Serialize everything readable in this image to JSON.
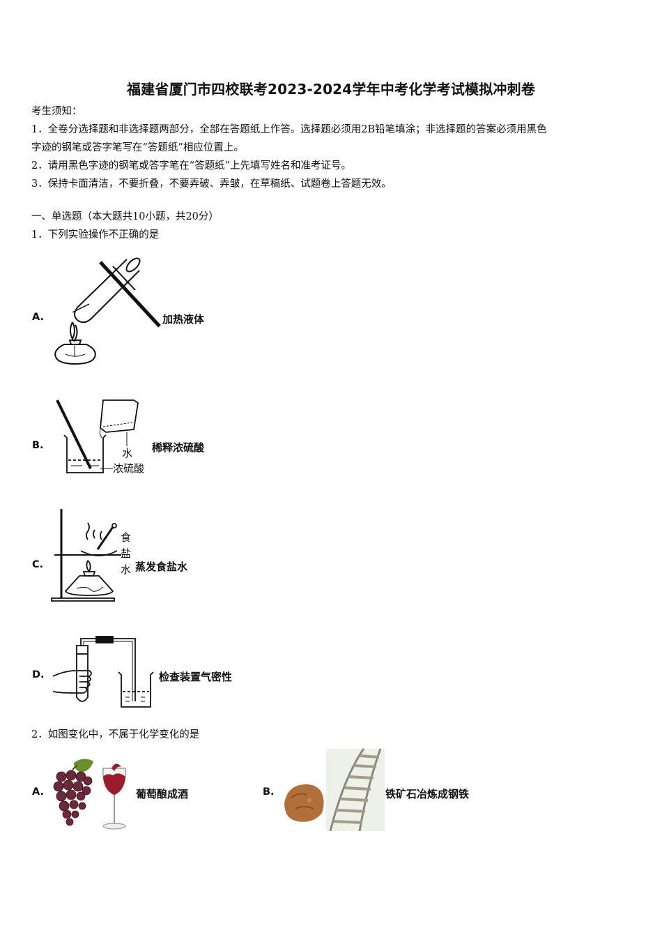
{
  "title": "福建省厦门市四校联考2023-2024学年中考化学考试模拟冲刺卷",
  "notice": {
    "heading": "考生须知：",
    "items": [
      "1．全卷分选择题和非选择题两部分，全部在答题纸上作答。选择题必须用2B铅笔填涂；非选择题的答案必须用黑色",
      "字迹的钢笔或答字笔写在“答题纸”相应位置上。",
      "2．请用黑色字迹的钢笔或答字笔在“答题纸”上先填写姓名和准考证号。",
      "3．保持卡面清洁，不要折叠，不要弄破、弄皱，在草稿纸、试题卷上答题无效。"
    ]
  },
  "section": "一、单选题（本大题共10小题，共20分）",
  "q1": {
    "stem": "1．下列实验操作不正确的是",
    "options": [
      {
        "letter": "A.",
        "label": "加热液体"
      },
      {
        "letter": "B.",
        "label": "稀释浓硫酸",
        "fig_labels": [
          "水",
          "浓硫酸"
        ]
      },
      {
        "letter": "C.",
        "label": "蒸发食盐水",
        "fig_labels": [
          "食",
          "盐",
          "水"
        ]
      },
      {
        "letter": "D.",
        "label": "检查装置气密性"
      }
    ]
  },
  "q2": {
    "stem": "2．如图变化中，不属于化学变化的是",
    "options": [
      {
        "letter": "A.",
        "label": "葡萄酿成酒"
      },
      {
        "letter": "B.",
        "label": "铁矿石冶炼成钢铁"
      }
    ]
  },
  "colors": {
    "text": "#111111",
    "grape": "#6b2a3a",
    "wine": "#9b1c2c",
    "leaf": "#6a8f2a",
    "ore": "#b0703a",
    "rail": "#8a8a7a"
  }
}
